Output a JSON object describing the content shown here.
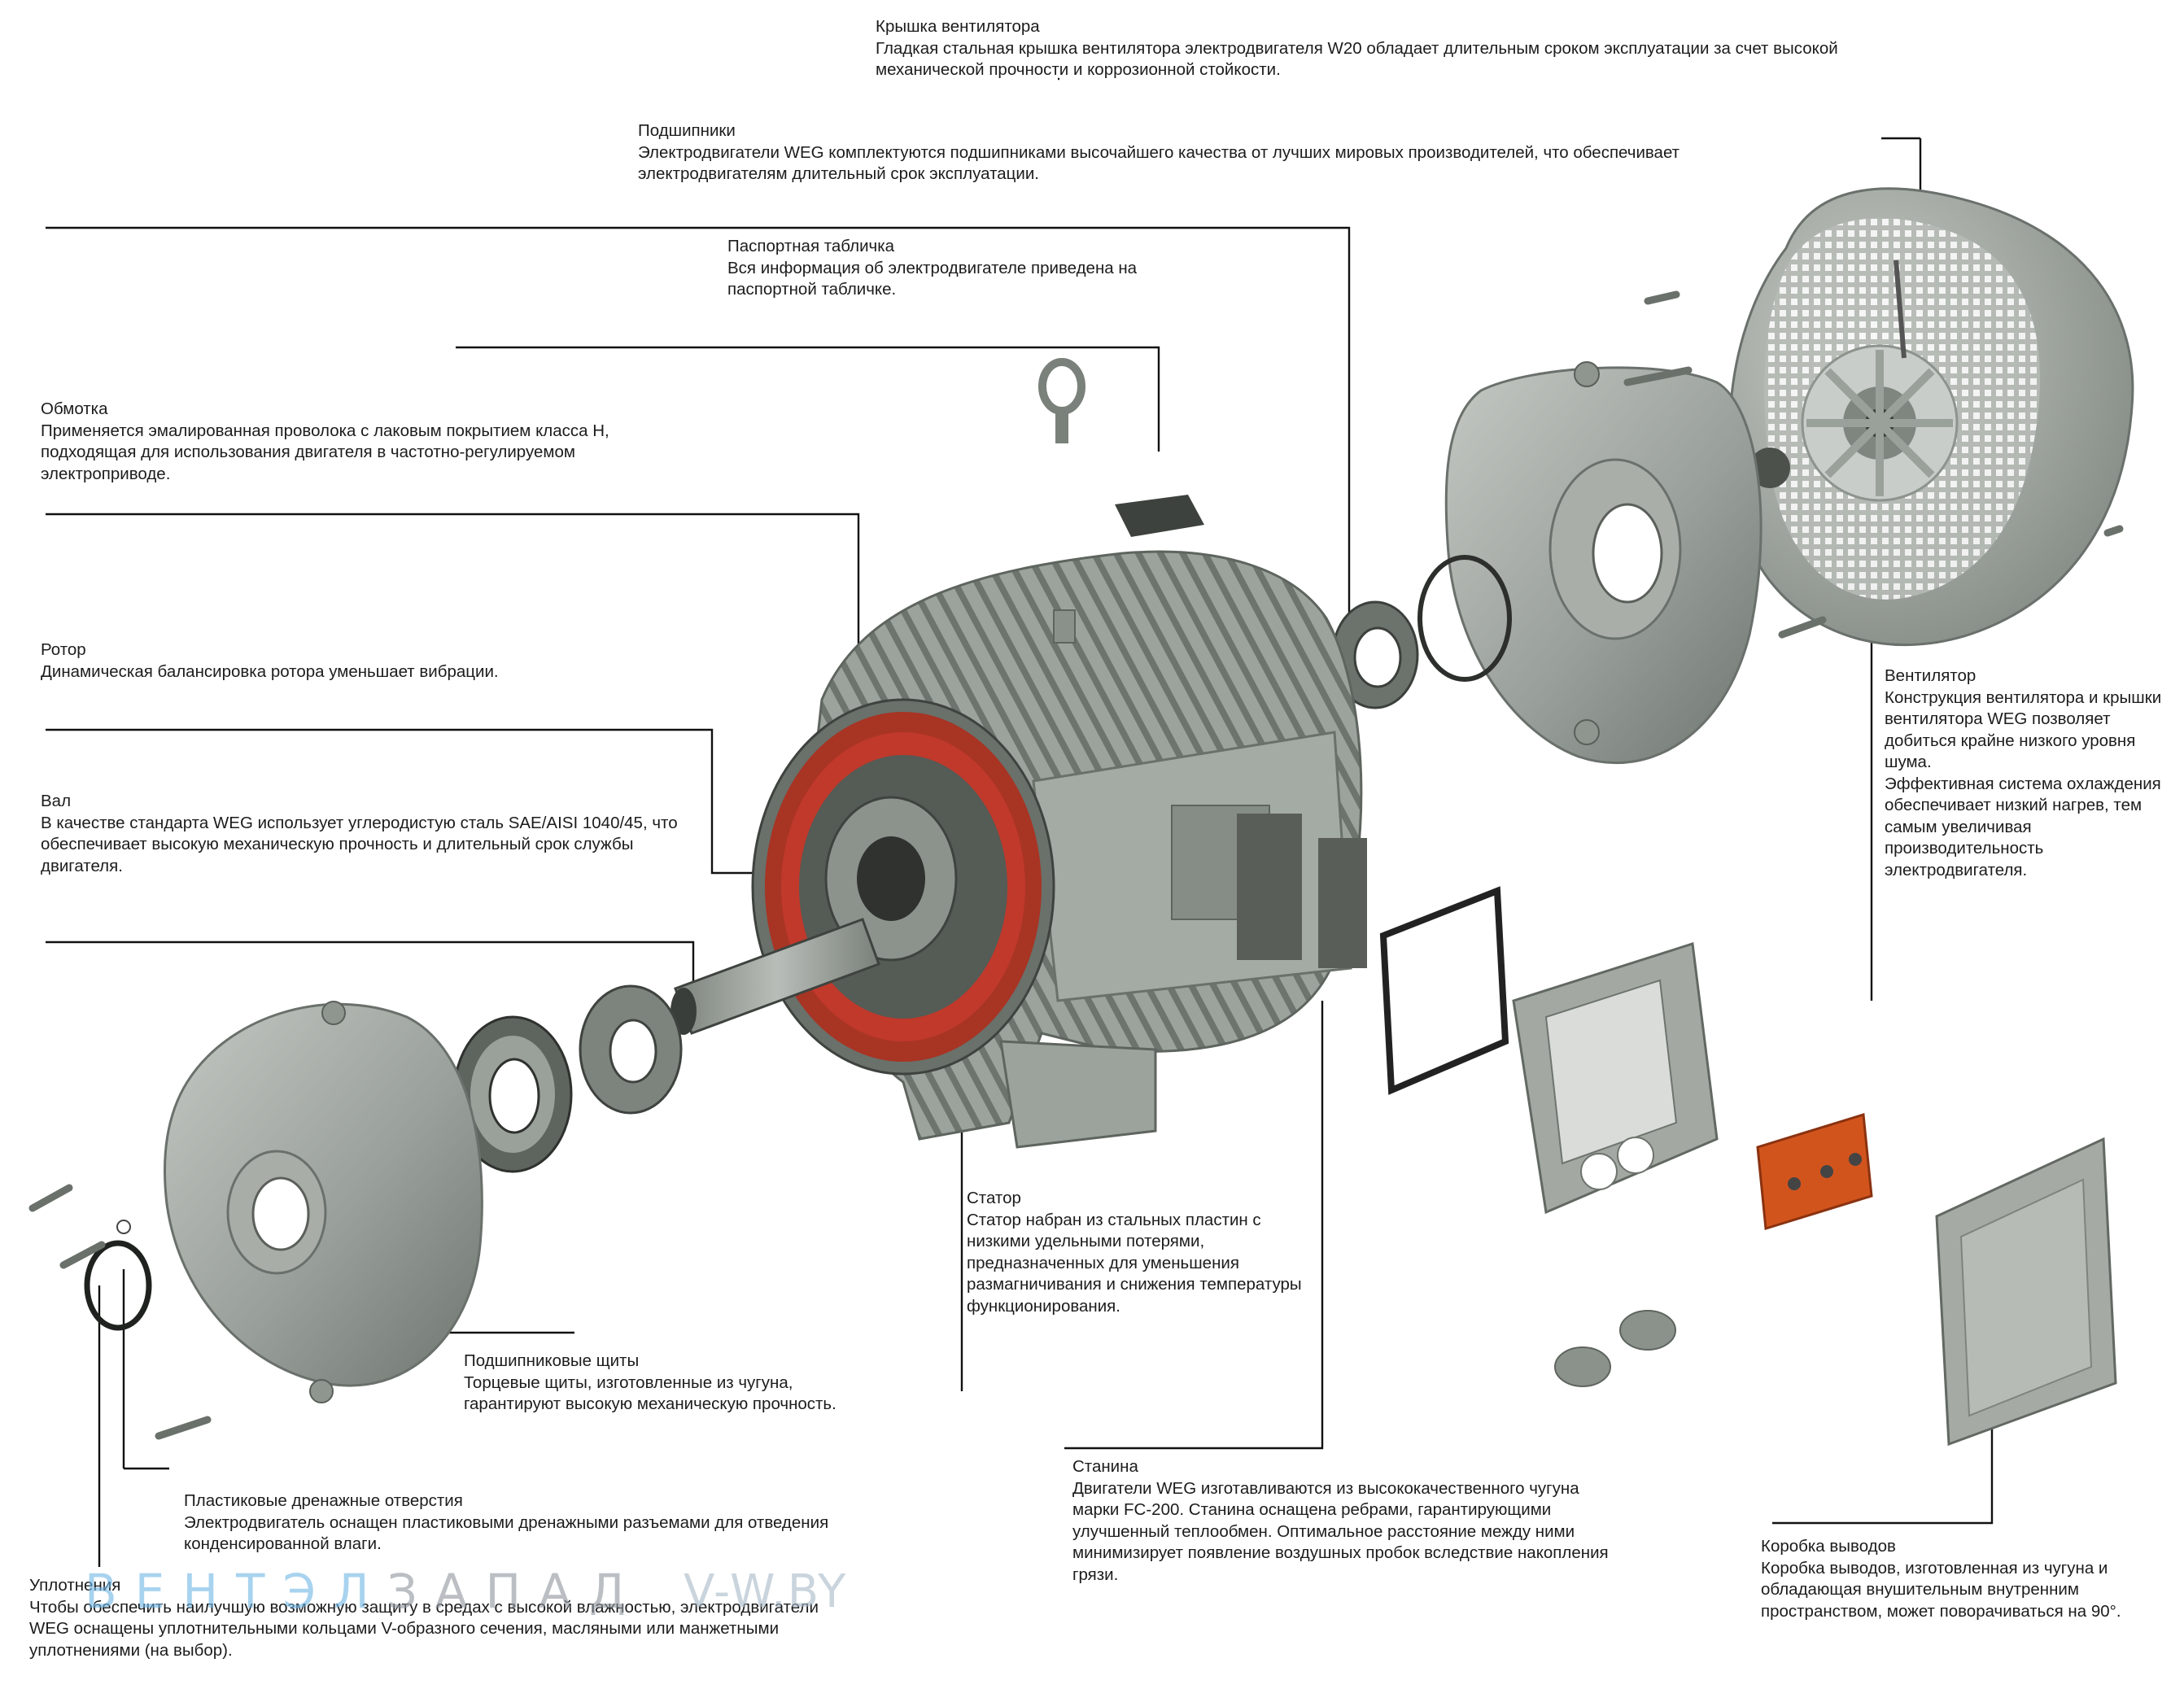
{
  "labels": {
    "fan_cover": {
      "title": "Крышка вентилятора",
      "text": "Гладкая стальная крышка вентилятора электродвигателя W20 обладает длительным сроком эксплуатации за счет высокой\nмеханической прочности и коррозионной стойкости."
    },
    "bearings": {
      "title": "Подшипники",
      "text": "Электродвигатели WEG комплектуются подшипниками  высочайшего качества от лучших мировых производителей, что обеспечивает\nэлектродвигателям длительный срок эксплуатации."
    },
    "nameplate": {
      "title": "Паспортная табличка",
      "text": "Вся информация об электродвигателе приведена на\nпаспортной табличке."
    },
    "winding": {
      "title": "Обмотка",
      "text": "Применяется эмалированная проволока с лаковым покрытием класса H,\nподходящая для использования двигателя в частотно-регулируемом\nэлектроприводе."
    },
    "rotor": {
      "title": "Ротор",
      "text": "Динамическая балансировка ротора уменьшает вибрации."
    },
    "shaft": {
      "title": "Вал",
      "text": "В качестве стандарта WEG использует углеродистую сталь SAE/AISI 1040/45, что\nобеспечивает высокую механическую прочность и длительный срок службы\nдвигателя."
    },
    "fan": {
      "title": "Вентилятор",
      "text": "Конструкция вентилятора и крышки\nвентилятора WEG позволяет\nдобиться крайне низкого уровня\nшума.\nЭффективная система охлаждения\nобеспечивает низкий нагрев, тем\nсамым увеличивая\nпроизводительность\nэлектродвигателя."
    },
    "stator": {
      "title": "Статор",
      "text": "Статор набран из стальных пластин с\nнизкими удельными потерями,\nпредназначенных для уменьшения\nразмагничивания и снижения температуры\nфункционирования."
    },
    "endshields": {
      "title": "Подшипниковые щиты",
      "text": "Торцевые щиты, изготовленные из чугуна,\nгарантируют высокую механическую прочность."
    },
    "drains": {
      "title": "Пластиковые дренажные отверстия",
      "text": "Электродвигатель оснащен пластиковыми дренажными разъемами для отведения\nконденсированной влаги."
    },
    "frame": {
      "title": "Станина",
      "text": "Двигатели WEG изготавливаются из высококачественного чугуна\nмарки FC-200. Станина оснащена ребрами, гарантирующими\nулучшенный теплообмен. Оптимальное расстояние между ними\nминимизирует появление воздушных пробок вследствие накопления\nгрязи."
    },
    "terminal_box": {
      "title": "Коробка выводов",
      "text": "Коробка выводов, изготовленная из чугуна и\nобладающая внушительным внутренним\nпространством, может поворачиваться на 90°."
    },
    "seals": {
      "title": "Уплотнения",
      "text": "Чтобы обеспечить наилучшую возможную защиту в средах с высокой влажностью, электродвигатели\nWEG оснащены уплотнительными кольцами V-образного сечения, масляными или манжетными\nуплотнениями (на выбор)."
    }
  },
  "watermark": {
    "part1": "ВЕНТЭЛ",
    "part2": "ЗАПАД",
    "site": "V-W.BY"
  },
  "colors": {
    "metal": "#8f9590",
    "metal_light": "#b9beb9",
    "metal_dark": "#6a706b",
    "winding_red": "#c0392b",
    "terminal_orange": "#d2541d",
    "leader_line": "#111111"
  }
}
